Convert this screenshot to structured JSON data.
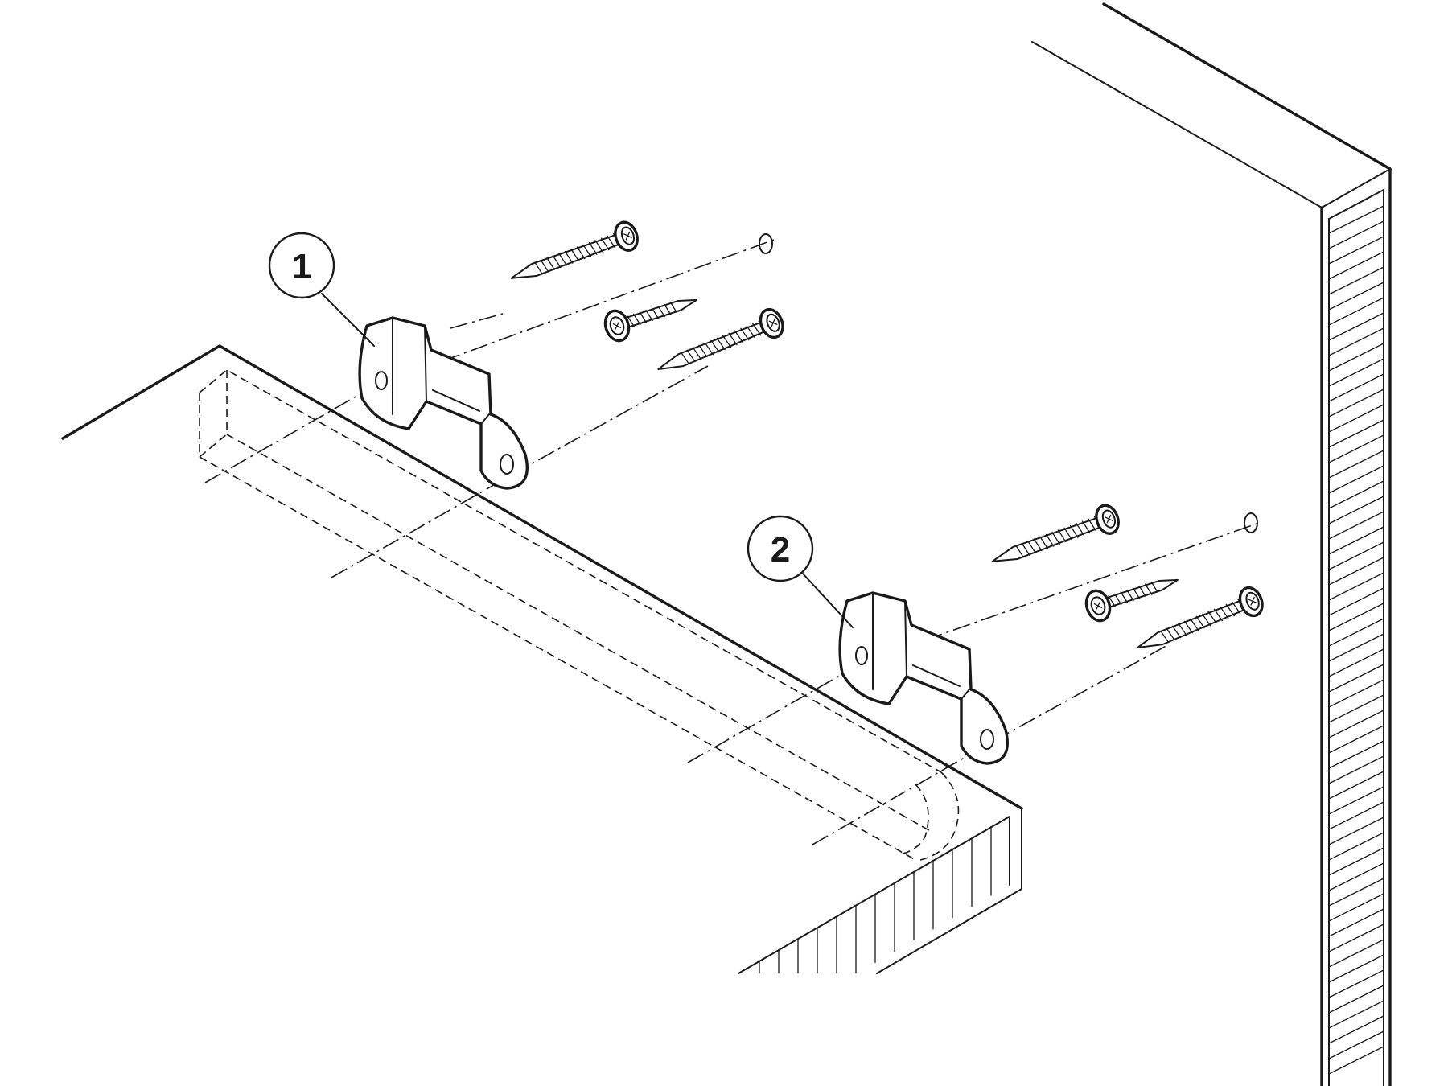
{
  "callouts": [
    {
      "label": "1"
    },
    {
      "label": "2"
    }
  ],
  "parts": {
    "bracket_icon": "mounting-bracket",
    "screw_icon": "wood-screw",
    "panel_icon": "wall-panel"
  },
  "colors": {
    "line": "#1a1a1a",
    "background": "#ffffff"
  }
}
